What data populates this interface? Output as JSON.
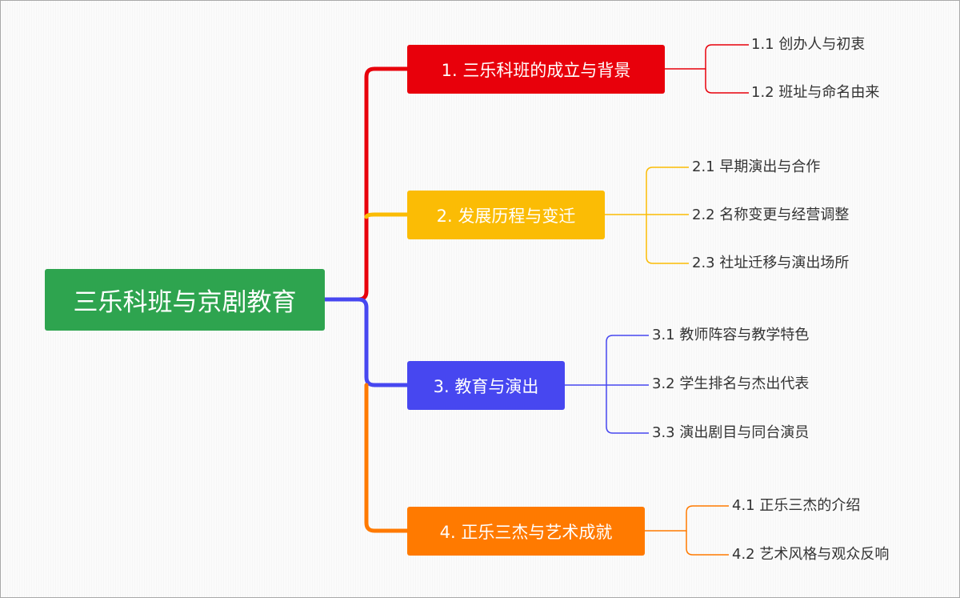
{
  "root": {
    "label": "三乐科班与京剧教育",
    "color": "#2ea44f"
  },
  "topics": [
    {
      "label": "1. 三乐科班的成立与背景",
      "color": "#e8000b",
      "children": [
        "1.1 创办人与初衷",
        "1.2 班址与命名由来"
      ]
    },
    {
      "label": "2. 发展历程与变迁",
      "color": "#fbbc05",
      "children": [
        "2.1 早期演出与合作",
        "2.2 名称变更与经营调整",
        "2.3 社址迁移与演出场所"
      ]
    },
    {
      "label": "3. 教育与演出",
      "color": "#4747f0",
      "children": [
        "3.1 教师阵容与教学特色",
        "3.2 学生排名与杰出代表",
        "3.3 演出剧目与同台演员"
      ]
    },
    {
      "label": "4. 正乐三杰与艺术成就",
      "color": "#ff7a00",
      "children": [
        "4.1 正乐三杰的介绍",
        "4.2 艺术风格与观众反响"
      ]
    }
  ]
}
